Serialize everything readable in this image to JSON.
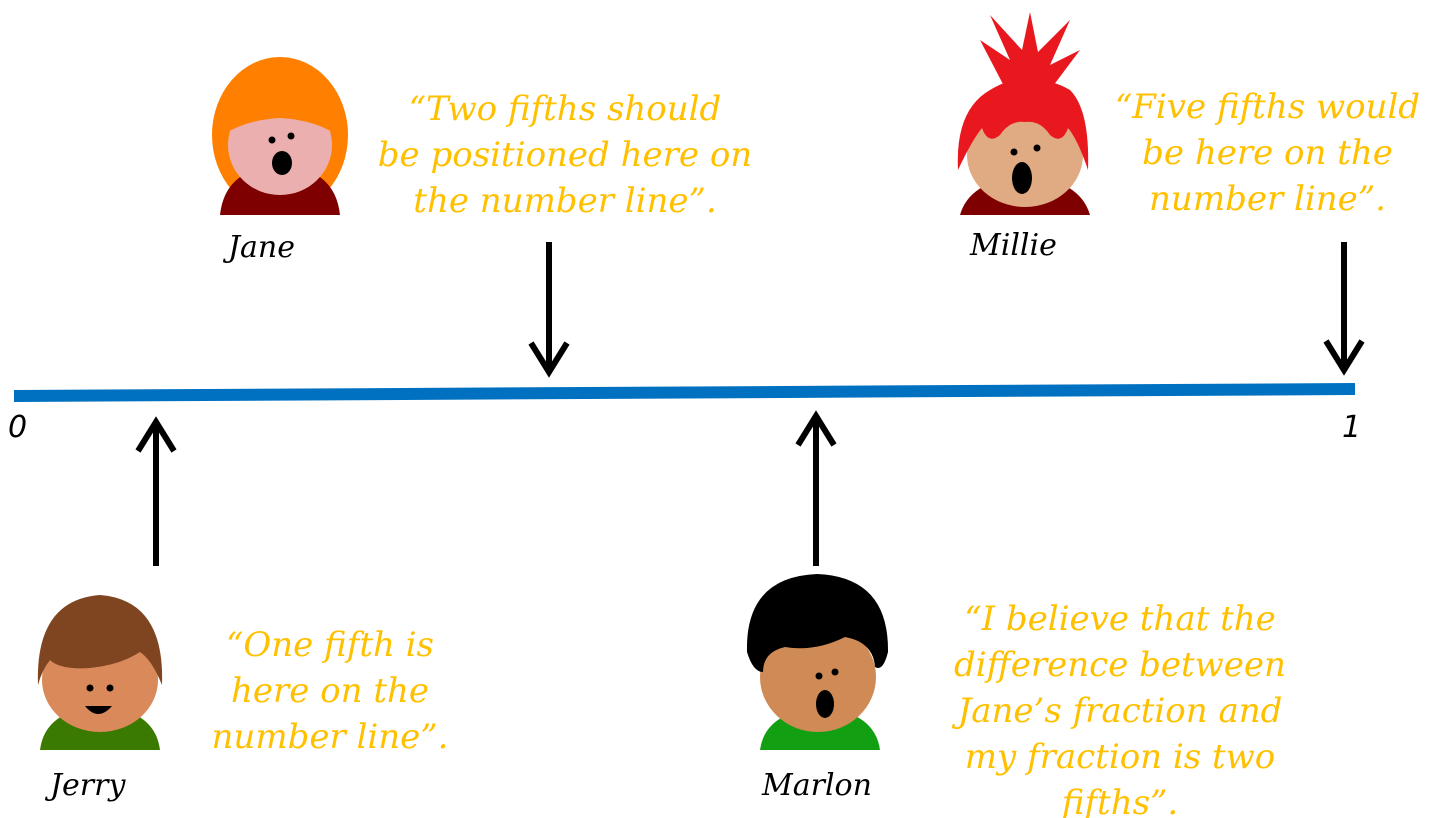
{
  "number_line": {
    "start_label": "0",
    "end_label": "1",
    "line_color": "#0070C0"
  },
  "quote_color": "#FFC000",
  "characters": {
    "jane": {
      "name": "Jane",
      "quote": "“Two fifths should\nbe positioned here on\nthe number line”.",
      "arrow_direction": "down"
    },
    "millie": {
      "name": "Millie",
      "quote": "“Five fifths would\nbe here on the\nnumber line”.",
      "arrow_direction": "down"
    },
    "jerry": {
      "name": "Jerry",
      "quote": "“One fifth is\nhere on the\nnumber line”.",
      "arrow_direction": "up"
    },
    "marlon": {
      "name": "Marlon",
      "quote": "“I believe that the\ndifference between\nJane’s fraction and\nmy fraction is two\nfifths”.",
      "arrow_direction": "up"
    }
  }
}
